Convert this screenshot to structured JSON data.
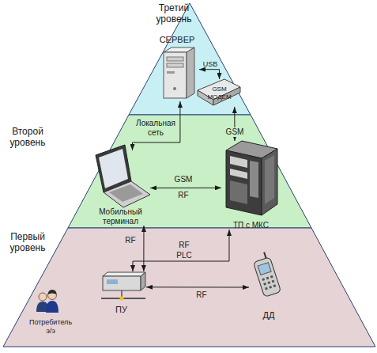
{
  "diagram": {
    "nodes": [
      {
        "text": [
          "Третий уровень"
        ]
      },
      {
        "text": [
          "СЕРВЕР"
        ],
        "in": 0
      },
      {
        "text": [
          "GSM МОДЕМ"
        ],
        "in": 0
      },
      {
        "text": [
          "Второй уровень"
        ]
      },
      {
        "text": [
          "Мобильный терминал"
        ],
        "in": 3
      },
      {
        "text": [
          "ТП с МКС"
        ],
        "in": 3
      },
      {
        "text": [
          "Первый уровень"
        ]
      },
      {
        "text": [
          "ПУ"
        ],
        "in": 6
      },
      {
        "text": [
          "ДД"
        ],
        "in": 6
      },
      {
        "text": [
          "Потребитель э/э"
        ],
        "in": 6
      }
    ],
    "edges": [
      {
        "from": 1,
        "to": 2,
        "label": "USB",
        "arrow": "both"
      },
      {
        "from": 1,
        "to": 4,
        "label": "Локальная сеть",
        "arrow": "both"
      },
      {
        "from": 2,
        "to": 5,
        "label": "GSM",
        "arrow": "both"
      },
      {
        "from": 4,
        "to": 5,
        "label": "GSM RF",
        "arrow": "both"
      },
      {
        "from": 7,
        "to": 4,
        "label": "RF",
        "arrow": "both"
      },
      {
        "from": 7,
        "to": 5,
        "label": "RF PLC",
        "arrow": "both"
      },
      {
        "from": 7,
        "to": 8,
        "label": "RF",
        "arrow": "both"
      }
    ]
  }
}
